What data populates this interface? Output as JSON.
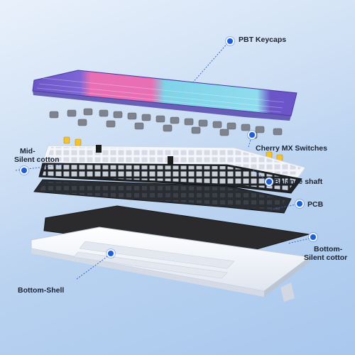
{
  "diagram": {
    "colors": {
      "accent_dot": "#1f5fd6",
      "keycap_purple": "#6b55c8",
      "keycap_cyan": "#7fd3e8",
      "keycap_pink": "#e96fb4",
      "switch_gray": "#8b8f99",
      "stabilizer_yellow": "#f2c230",
      "plate_white": "#f4f6fb",
      "foam_black": "#1f2227",
      "pcb_black": "#2a2d33",
      "bottom_foam": "#2b2b2e",
      "shell_white": "#f7f8fb"
    },
    "labels": {
      "pbt_keycaps": "PBT Keycaps",
      "cherry_mx": "Cherry MX Switches",
      "mid_silent_line1": "Mid-",
      "mid_silent_line2": "Silent cotton",
      "balance_shaft": "Balance shaft",
      "pcb": "PCB",
      "bottom_silent_line1": "Bottom-",
      "bottom_silent_line2": "Silent cottor",
      "bottom_shell": "Bottom-Shell"
    }
  }
}
